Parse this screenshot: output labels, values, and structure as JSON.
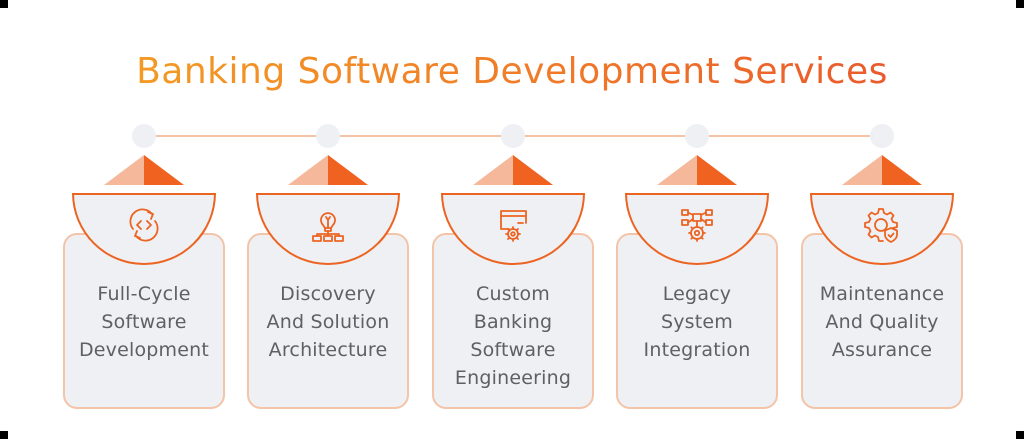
{
  "title": "Banking Software Development Services",
  "colors": {
    "title_gradient_start": "#f39a24",
    "title_gradient_end": "#e95a2c",
    "accent": "#f0621f",
    "accent_light": "#f5b89a",
    "card_bg": "#eff0f4",
    "card_border": "#f3c4a8",
    "text": "#5f6063"
  },
  "steps": [
    {
      "icon": "code-sync-icon",
      "label": "Full-Cycle Software Development",
      "lines": [
        "Full-Cycle",
        "Software",
        "Development"
      ]
    },
    {
      "icon": "lightbulb-hierarchy-icon",
      "label": "Discovery And Solution Architecture",
      "lines": [
        "Discovery",
        "And Solution",
        "Architecture"
      ]
    },
    {
      "icon": "card-gear-icon",
      "label": "Custom Banking Software Engineering",
      "lines": [
        "Custom",
        "Banking",
        "Software",
        "Engineering"
      ]
    },
    {
      "icon": "network-gear-icon",
      "label": "Legacy System Integration",
      "lines": [
        "Legacy",
        "System",
        "Integration"
      ]
    },
    {
      "icon": "gear-shield-icon",
      "label": "Maintenance And Quality Assurance",
      "lines": [
        "Maintenance",
        "And Quality",
        "Assurance"
      ]
    }
  ]
}
